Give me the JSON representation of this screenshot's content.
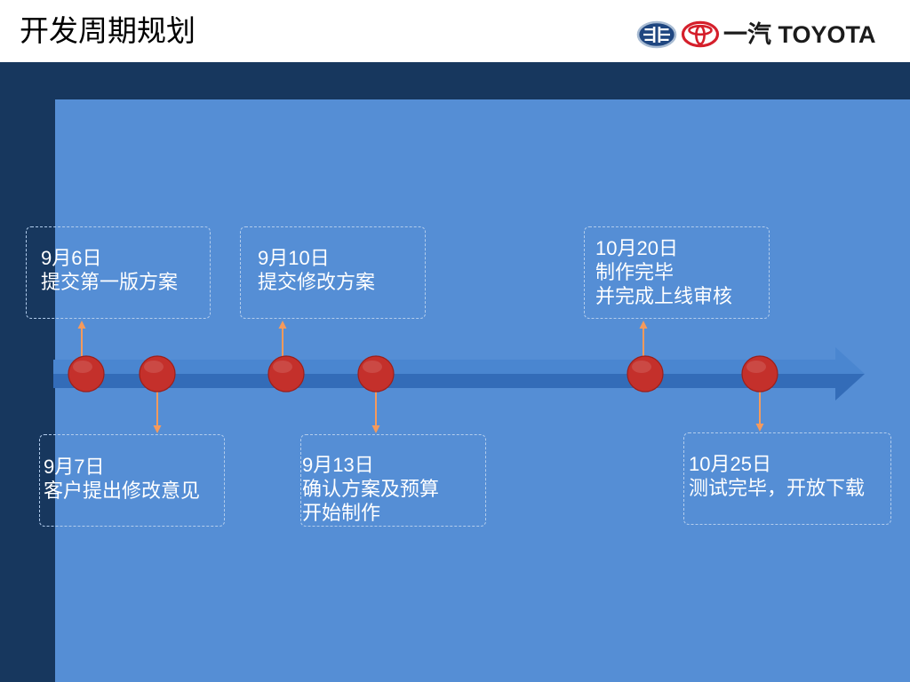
{
  "slide": {
    "title": "开发周期规划",
    "logo": {
      "icons": [
        "faw-logo-icon",
        "toyota-logo-icon"
      ],
      "wordmark": "一汽 TOYOTA"
    }
  },
  "timeline": {
    "milestones": [
      {
        "date": "9月6日",
        "lines": [
          "提交第一版方案"
        ]
      },
      {
        "date": "9月7日",
        "lines": [
          "客户提出修改意见"
        ]
      },
      {
        "date": "9月10日",
        "lines": [
          "提交修改方案"
        ]
      },
      {
        "date": "9月13日",
        "lines": [
          "确认方案及预算",
          "开始制作"
        ]
      },
      {
        "date": "10月20日",
        "lines": [
          "制作完毕",
          "并完成上线审核"
        ]
      },
      {
        "date": "10月25日",
        "lines": [
          "测试完毕，开放下载"
        ]
      }
    ]
  },
  "theme": {
    "header_bg": "#ffffff",
    "title_color": "#000000",
    "frame_color": "#17375e",
    "panel_color": "#558ed5",
    "timeline_light": "#4a86d0",
    "timeline_dark": "#336cb8",
    "node_color": "#c4302b",
    "node_edge": "#9c1f1a",
    "connector_color": "#f59a5c",
    "text_color": "#ffffff",
    "box_border": "#b2ccec",
    "logo_text_color": "#1b1b1b",
    "faw_blue": "#1f4680",
    "faw_ring": "#a9bcd3",
    "toyota_red": "#d51f2b"
  }
}
